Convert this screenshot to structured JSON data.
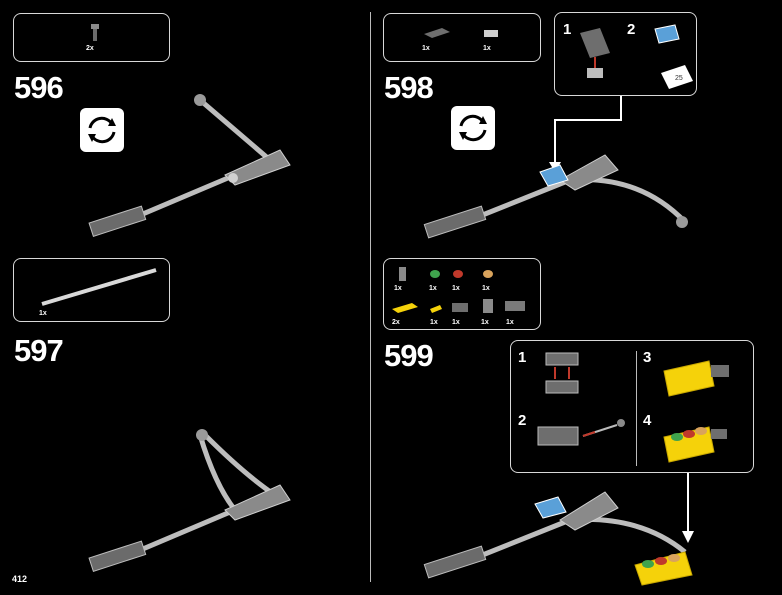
{
  "page_number": "412",
  "steps": [
    {
      "number": "596",
      "parts": [
        {
          "qty": "2x"
        }
      ],
      "rotate_icon": "rotate-model-icon"
    },
    {
      "number": "597",
      "parts": [
        {
          "qty": "1x"
        }
      ]
    },
    {
      "number": "598",
      "parts": [
        {
          "qty": "1x"
        },
        {
          "qty": "1x"
        }
      ],
      "rotate_icon": "rotate-model-icon",
      "substeps": [
        {
          "label": "1"
        },
        {
          "label": "2"
        }
      ],
      "sticker_text": "25"
    },
    {
      "number": "599",
      "parts": [
        {
          "qty": "1x"
        },
        {
          "qty": "1x"
        },
        {
          "qty": "1x"
        },
        {
          "qty": "1x"
        },
        {
          "qty": "2x"
        },
        {
          "qty": "1x"
        },
        {
          "qty": "1x"
        },
        {
          "qty": "1x"
        },
        {
          "qty": "1x"
        }
      ],
      "substeps": [
        {
          "label": "1"
        },
        {
          "label": "2"
        },
        {
          "label": "3"
        },
        {
          "label": "4"
        }
      ]
    }
  ],
  "colors": {
    "background": "#000000",
    "frame": "#d8d8d8",
    "part_gray": "#8a8a8a",
    "part_light": "#cfcfcf",
    "yellow": "#f5d20a",
    "green": "#3fa34d",
    "red": "#c0392b",
    "tan": "#d9a35c",
    "sticker_blue": "#5aa0d8"
  }
}
